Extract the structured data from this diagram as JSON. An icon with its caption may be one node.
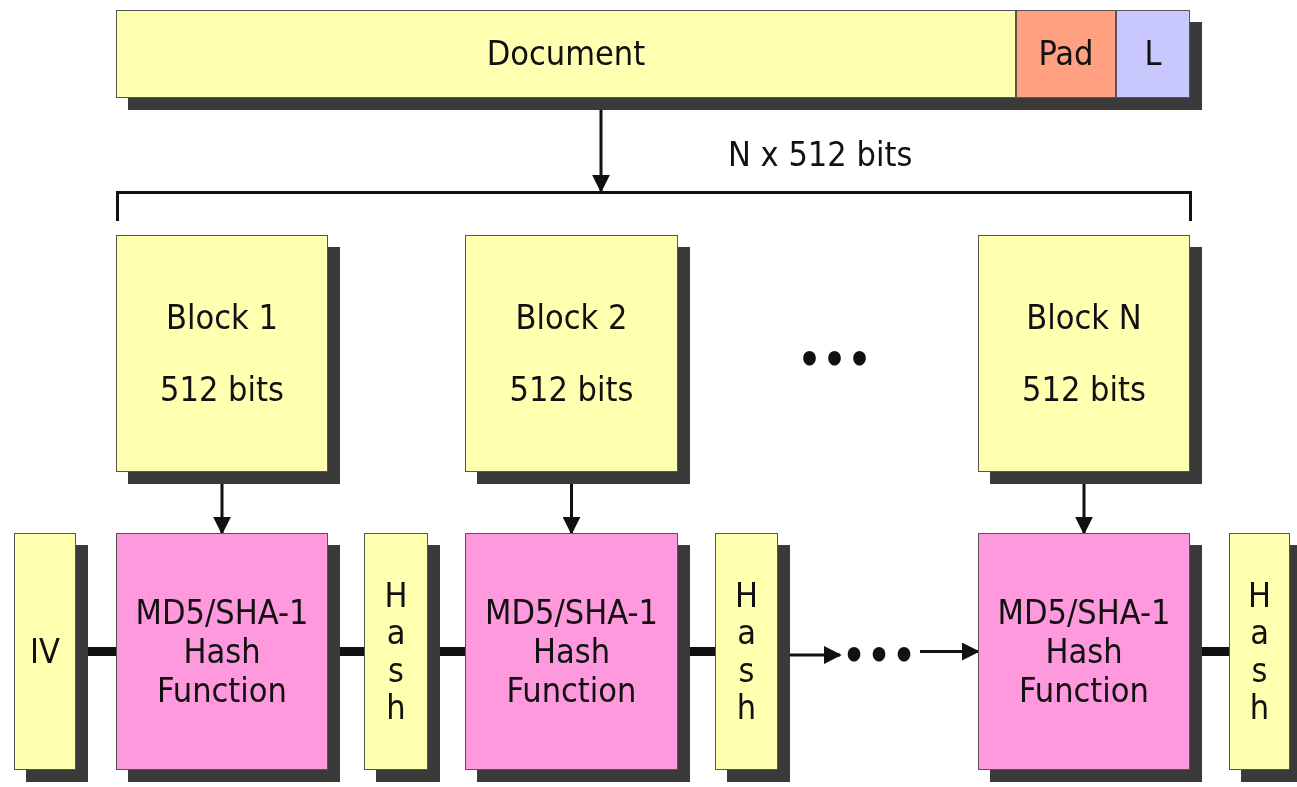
{
  "diagram": {
    "nodes": [
      {
        "text": [
          "Document"
        ]
      },
      {
        "text": [
          "Pad"
        ]
      },
      {
        "text": [
          "L"
        ]
      },
      {
        "text": [
          "Block 1",
          "512 bits"
        ]
      },
      {
        "text": [
          "Block 2",
          "512 bits"
        ]
      },
      {
        "text": [
          "Block N",
          "512 bits"
        ]
      },
      {
        "text": [
          "IV"
        ]
      },
      {
        "text": [
          "MD5/SHA-1 Hash Function"
        ]
      },
      {
        "text": [
          "Hash"
        ]
      },
      {
        "text": [
          "MD5/SHA-1 Hash Function"
        ]
      },
      {
        "text": [
          "Hash"
        ]
      },
      {
        "text": [
          "•••"
        ]
      },
      {
        "text": [
          "MD5/SHA-1 Hash Function"
        ]
      },
      {
        "text": [
          "Hash"
        ]
      },
      {
        "text": [],
        "shape": "bracket"
      }
    ],
    "edges": [
      {
        "from": 0,
        "to": 14,
        "arrow": "to"
      },
      {
        "from": 3,
        "to": 7,
        "arrow": "to"
      },
      {
        "from": 4,
        "to": 9,
        "arrow": "to"
      },
      {
        "from": 5,
        "to": 12,
        "arrow": "to"
      },
      {
        "from": 6,
        "to": 7,
        "arrow": "none",
        "style": "thick"
      },
      {
        "from": 7,
        "to": 8,
        "arrow": "none",
        "style": "thick"
      },
      {
        "from": 8,
        "to": 9,
        "arrow": "none",
        "style": "thick"
      },
      {
        "from": 9,
        "to": 10,
        "arrow": "none",
        "style": "thick"
      },
      {
        "from": 10,
        "to": 11,
        "arrow": "to"
      },
      {
        "from": 11,
        "to": 12,
        "arrow": "to"
      },
      {
        "from": 12,
        "to": 13,
        "arrow": "none",
        "style": "thick"
      }
    ],
    "labels": [
      "N x 512 bits",
      "•••"
    ]
  }
}
